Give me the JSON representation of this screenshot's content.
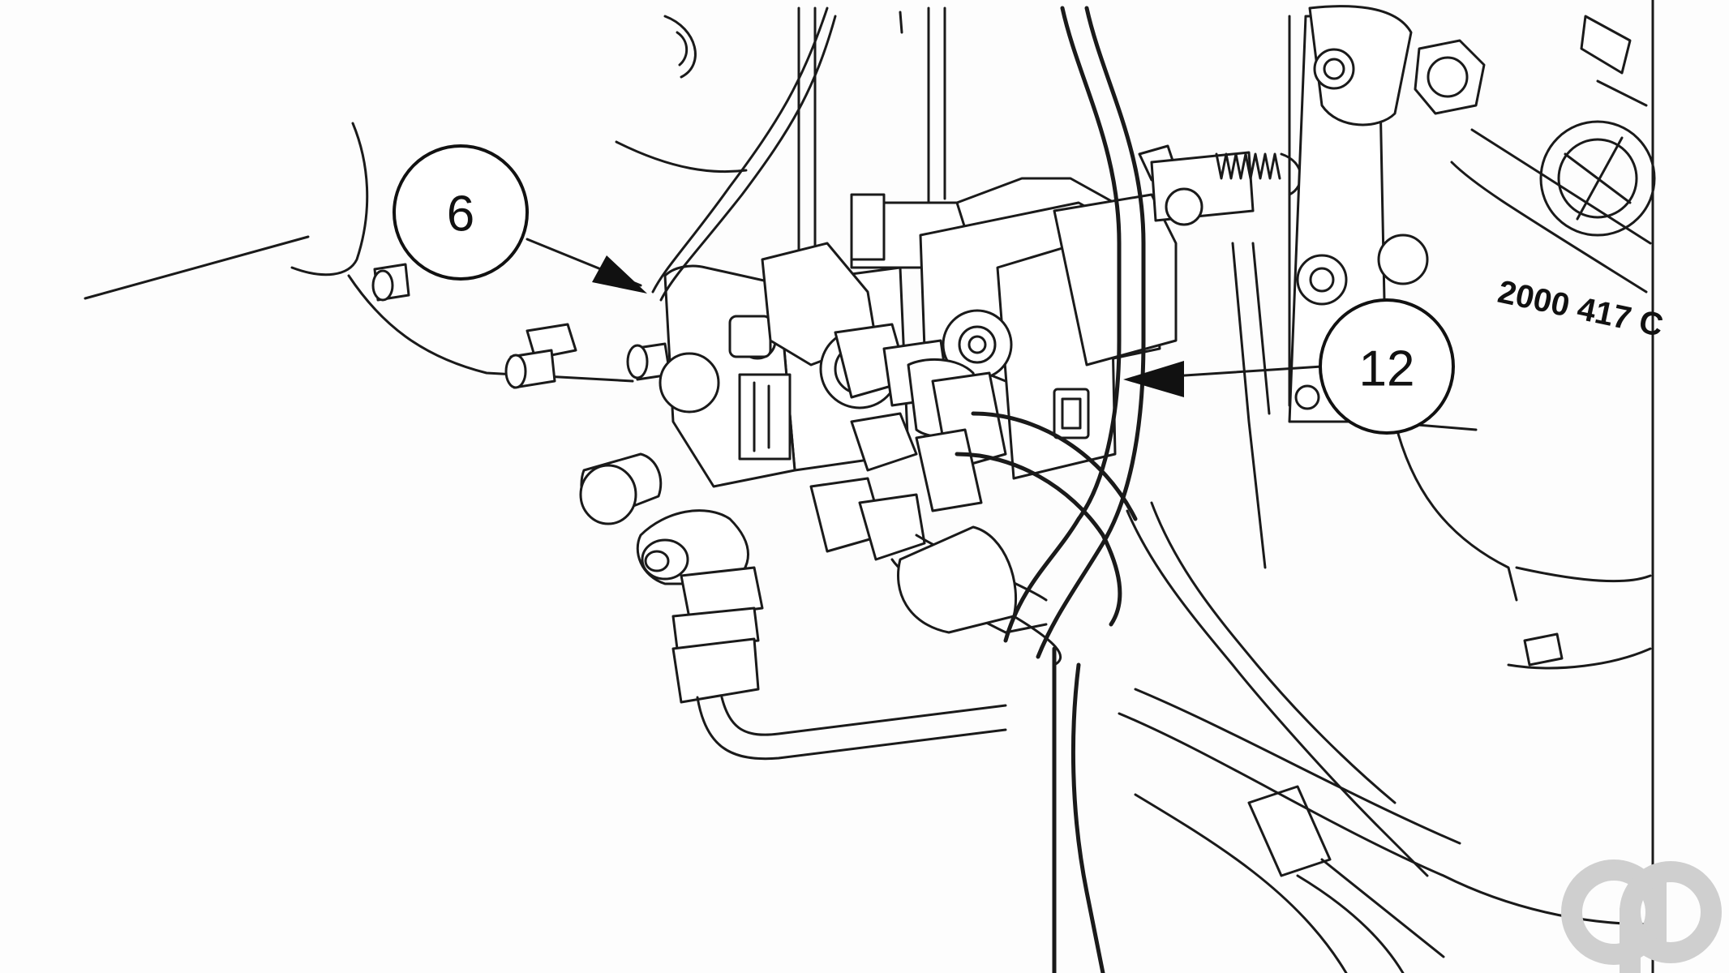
{
  "callouts": [
    {
      "id": "callout-6",
      "label": "6"
    },
    {
      "id": "callout-12",
      "label": "12"
    }
  ],
  "casting_stamp": "2000 417 C",
  "watermark": {
    "text": "ap",
    "color": "#c9c9c9"
  },
  "colors": {
    "line": "#1a1a1a",
    "background": "#fdfdfd"
  }
}
